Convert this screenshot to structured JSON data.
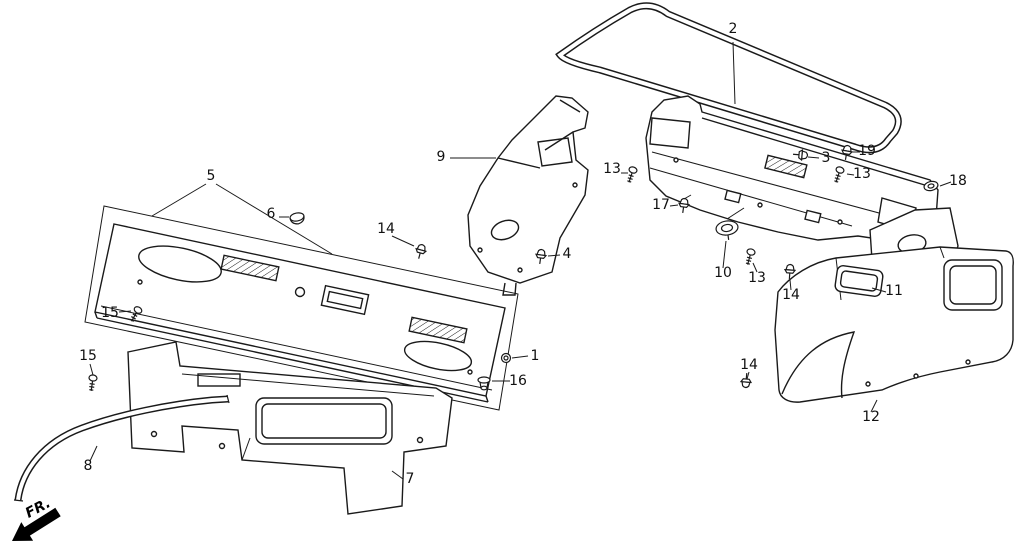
{
  "colors": {
    "background": "#ffffff",
    "line": "#1a1a1a"
  },
  "fr_label": "FR.",
  "labels": [
    {
      "id": "2"
    },
    {
      "id": "9"
    },
    {
      "id": "5"
    },
    {
      "id": "6"
    },
    {
      "id": "13"
    },
    {
      "id": "3"
    },
    {
      "id": "19"
    },
    {
      "id": "13"
    },
    {
      "id": "18"
    },
    {
      "id": "17"
    },
    {
      "id": "14"
    },
    {
      "id": "4"
    },
    {
      "id": "10"
    },
    {
      "id": "13"
    },
    {
      "id": "14"
    },
    {
      "id": "11"
    },
    {
      "id": "15"
    },
    {
      "id": "15"
    },
    {
      "id": "1"
    },
    {
      "id": "16"
    },
    {
      "id": "14"
    },
    {
      "id": "12"
    },
    {
      "id": "7"
    },
    {
      "id": "8"
    }
  ]
}
